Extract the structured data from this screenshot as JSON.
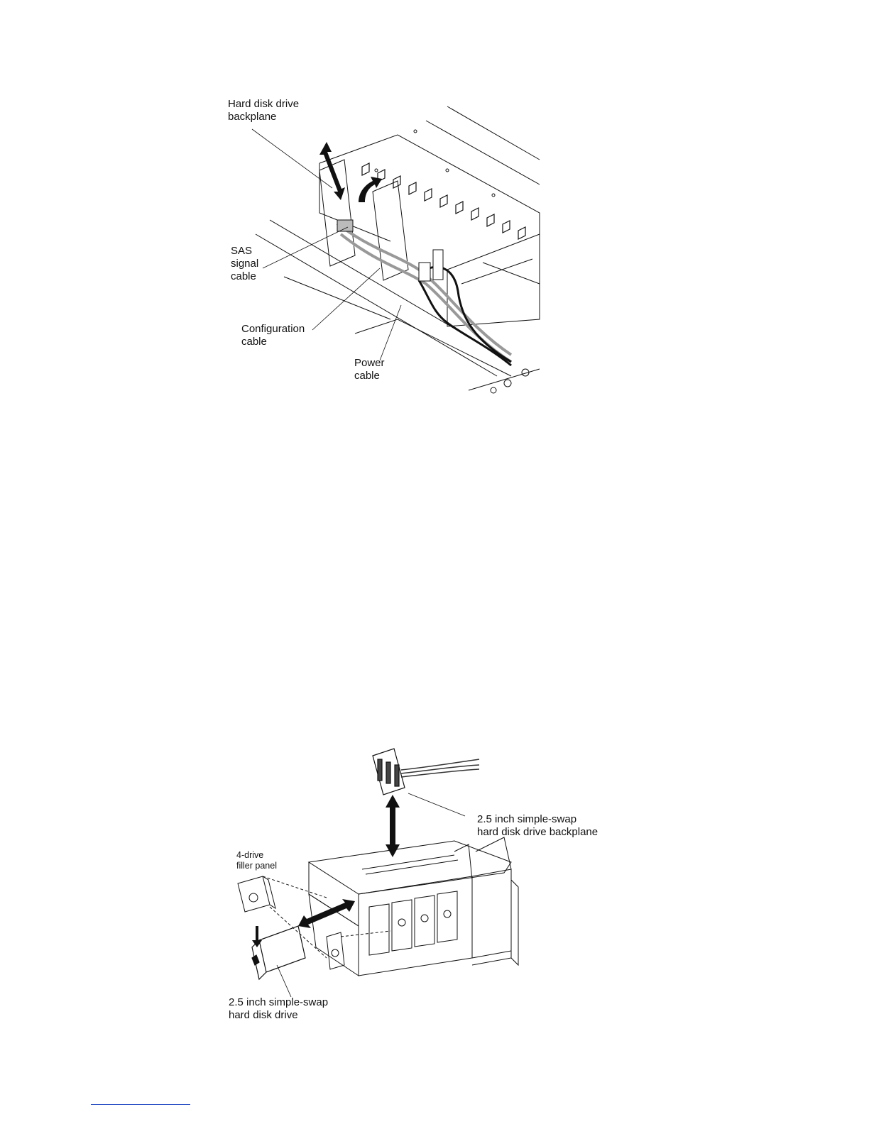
{
  "figure1": {
    "labels": {
      "backplane": "Hard disk drive\nbackplane",
      "sas_cable": "SAS\nsignal\ncable",
      "config_cable": "Configuration\ncable",
      "power_cable": "Power\ncable"
    }
  },
  "figure2": {
    "labels": {
      "backplane": "2.5 inch simple-swap\nhard disk drive backplane",
      "filler_panel": "4-drive\nfiller panel",
      "drive": "2.5 inch simple-swap\nhard disk drive"
    }
  }
}
